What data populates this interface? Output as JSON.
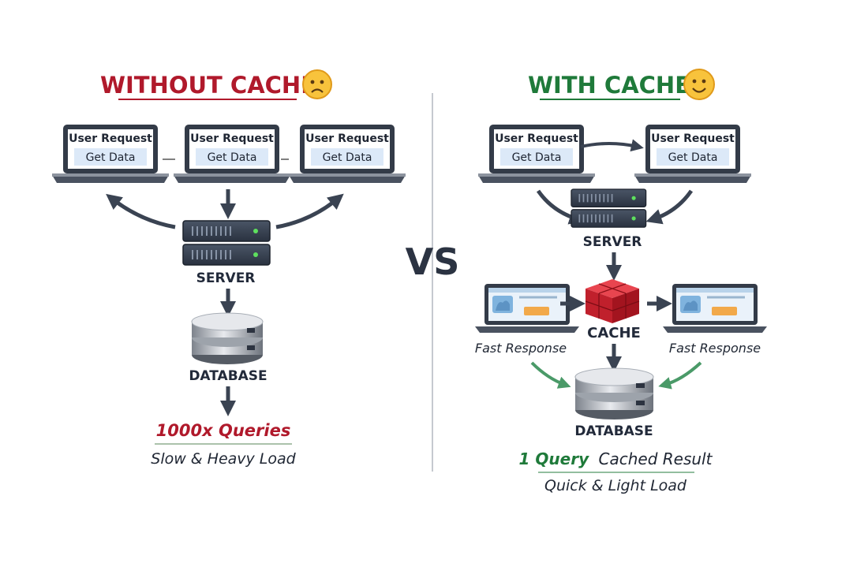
{
  "left": {
    "title": "WITHOUT CACHE",
    "title_color": "#b0192b",
    "laptops": [
      {
        "line1": "User Request",
        "line2": "Get Data"
      },
      {
        "line1": "User Request",
        "line2": "Get Data"
      },
      {
        "line1": "User Request",
        "line2": "Get Data"
      }
    ],
    "server_label": "SERVER",
    "database_label": "DATABASE",
    "result": "1000x Queries",
    "result_color": "#b0192b",
    "subtitle": "Slow & Heavy Load"
  },
  "vs": "VS",
  "right": {
    "title": "WITH CACHE",
    "title_color": "#1f7a3a",
    "laptops": [
      {
        "line1": "User Request",
        "line2": "Get Data"
      },
      {
        "line1": "User Request",
        "line2": "Get Data"
      }
    ],
    "server_label": "SERVER",
    "cache_label": "CACHE",
    "database_label": "DATABASE",
    "fast_left": "Fast Response",
    "fast_right": "Fast Response",
    "result_strong": "1 Query",
    "result_rest": "Cached Result",
    "result_color": "#1f7a3a",
    "subtitle": "Quick & Light Load"
  }
}
